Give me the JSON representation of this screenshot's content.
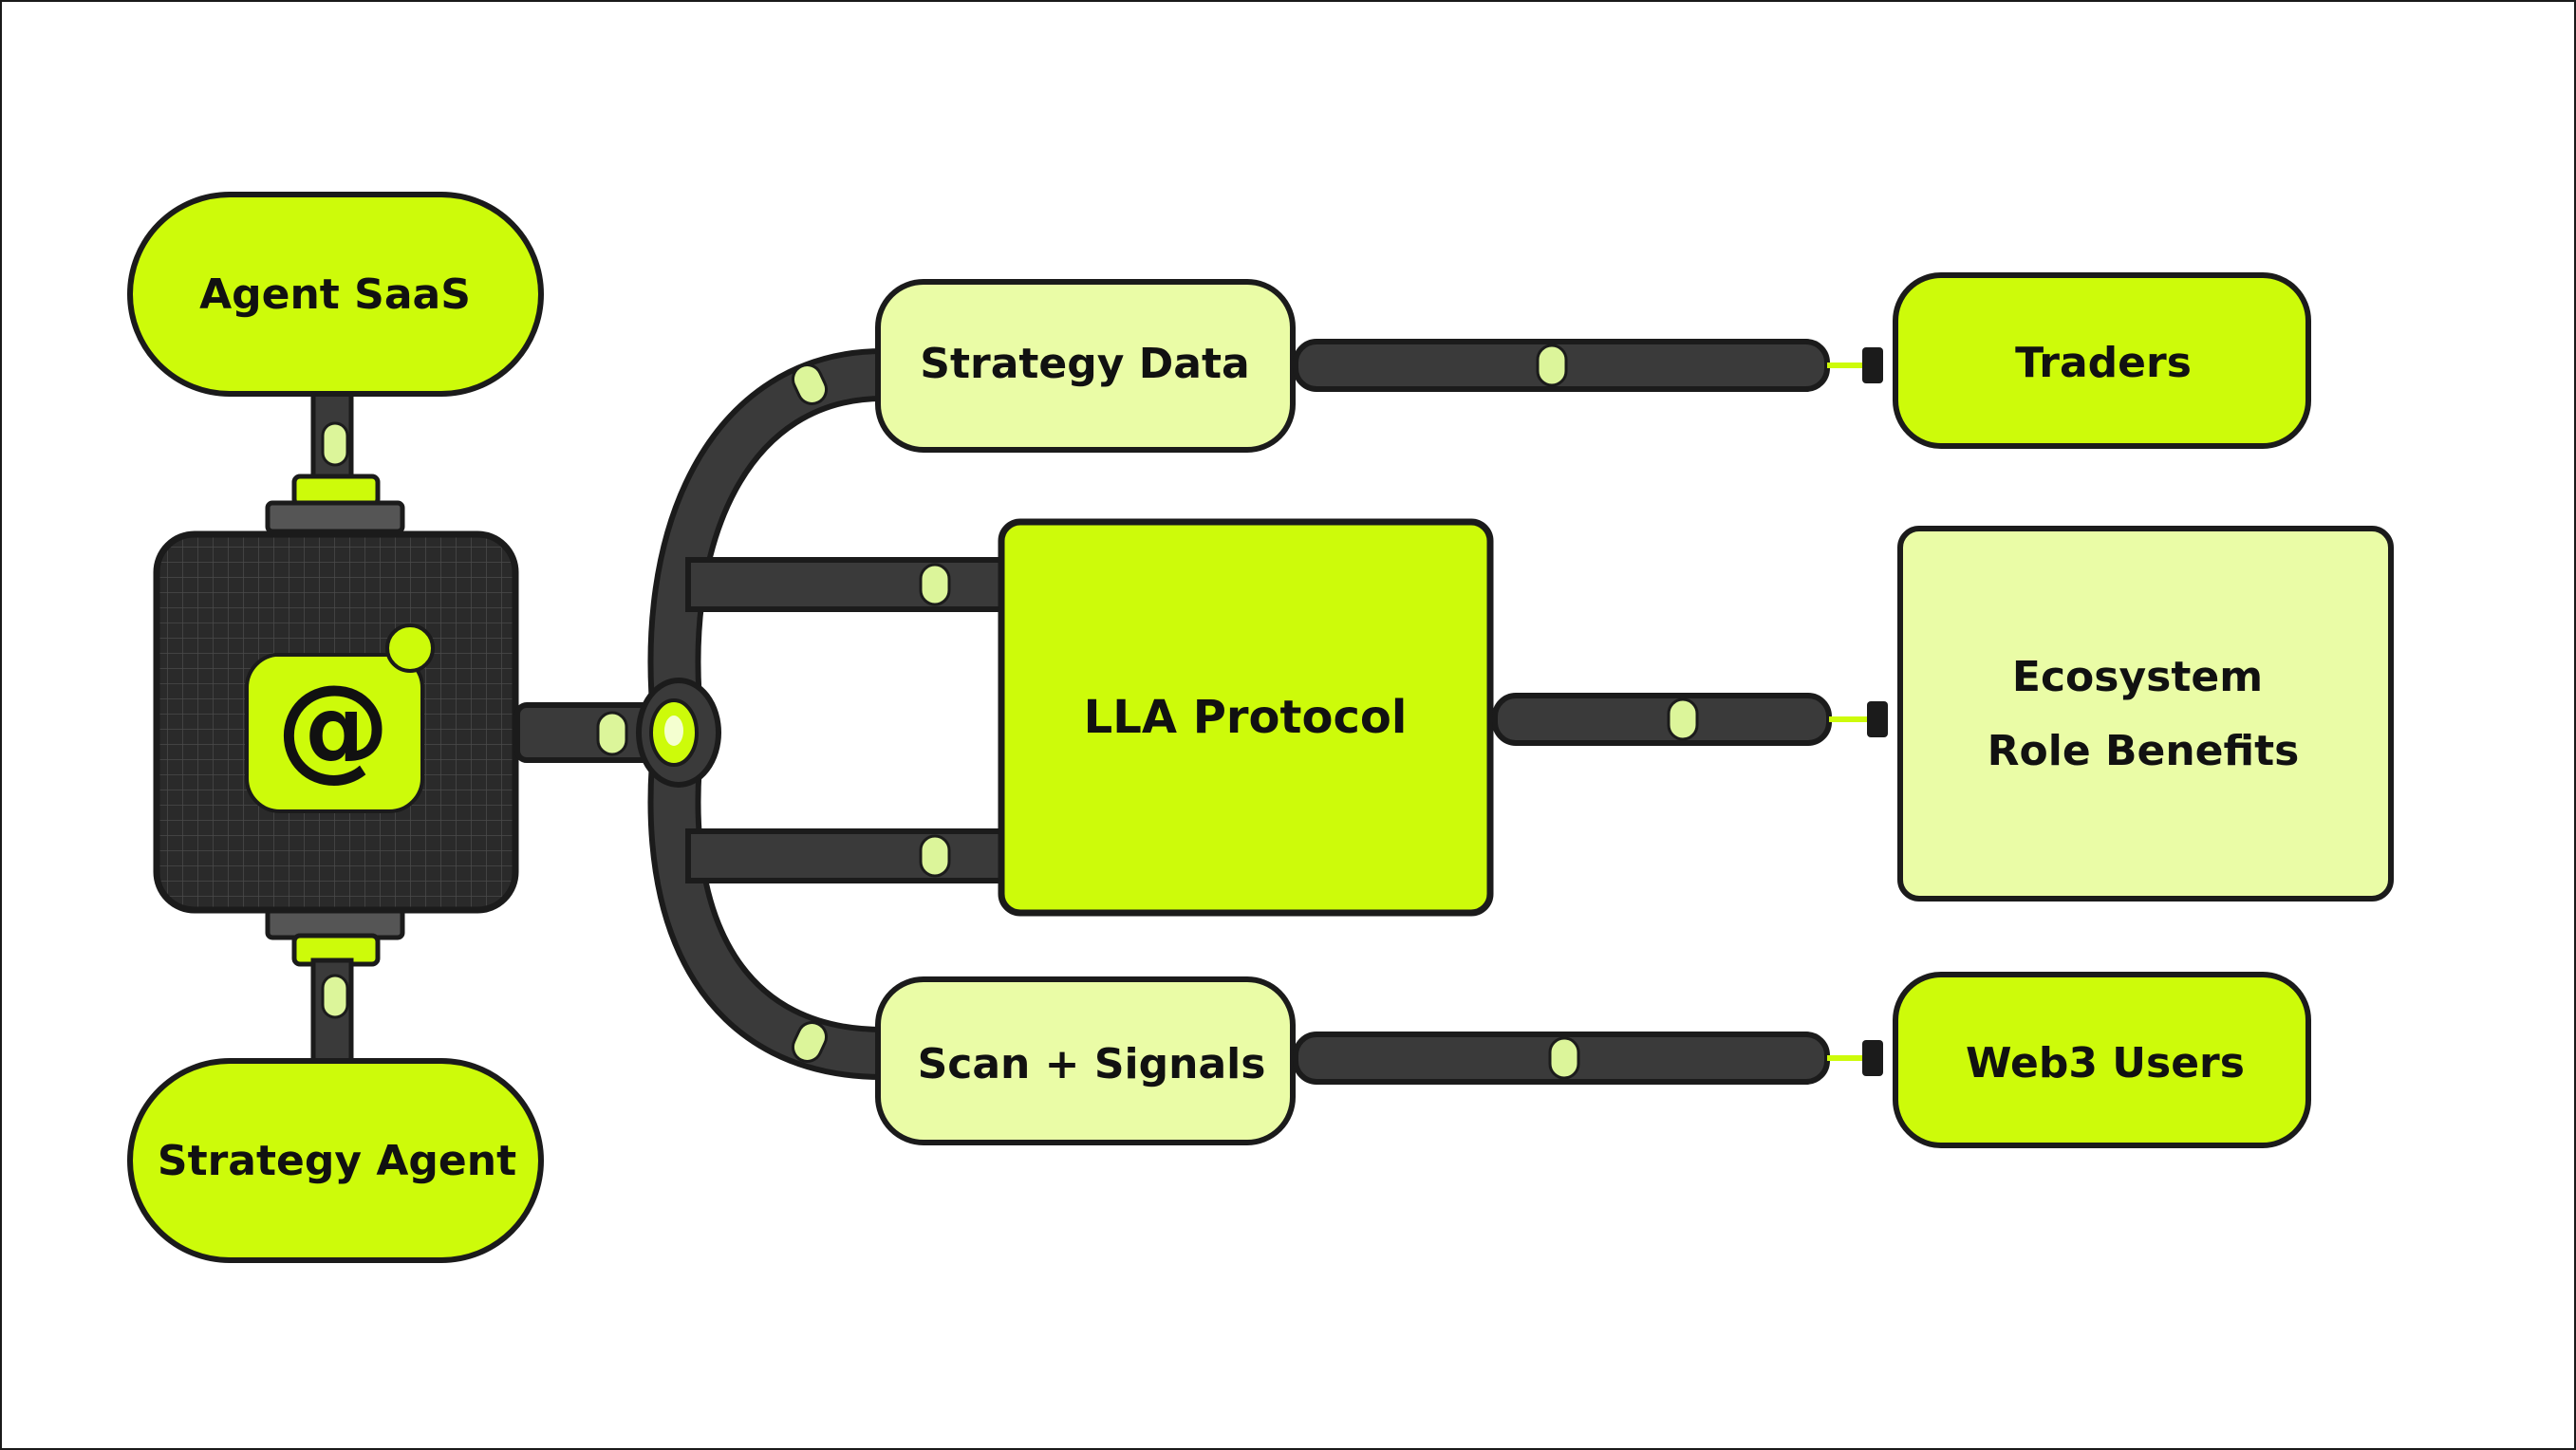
{
  "colors": {
    "lime": "#cdfb0a",
    "pale_lime": "#eafca6",
    "dark": "#1b1b1b",
    "pipe": "#3a3a3a",
    "chip": "#2e2e2e",
    "bead": "#dcf59a"
  },
  "nodes": {
    "agent_saas": "Agent SaaS",
    "strategy_agent": "Strategy Agent",
    "strategy_data": "Strategy Data",
    "scan_signals": "Scan + Signals",
    "lla_protocol": "LLA Protocol",
    "traders": "Traders",
    "ecosystem_line1": "Ecosystem",
    "ecosystem_line2": "Role Benefits",
    "web3_users": "Web3 Users"
  },
  "hub": {
    "icon": "at-sign-icon",
    "glyph": "@"
  }
}
